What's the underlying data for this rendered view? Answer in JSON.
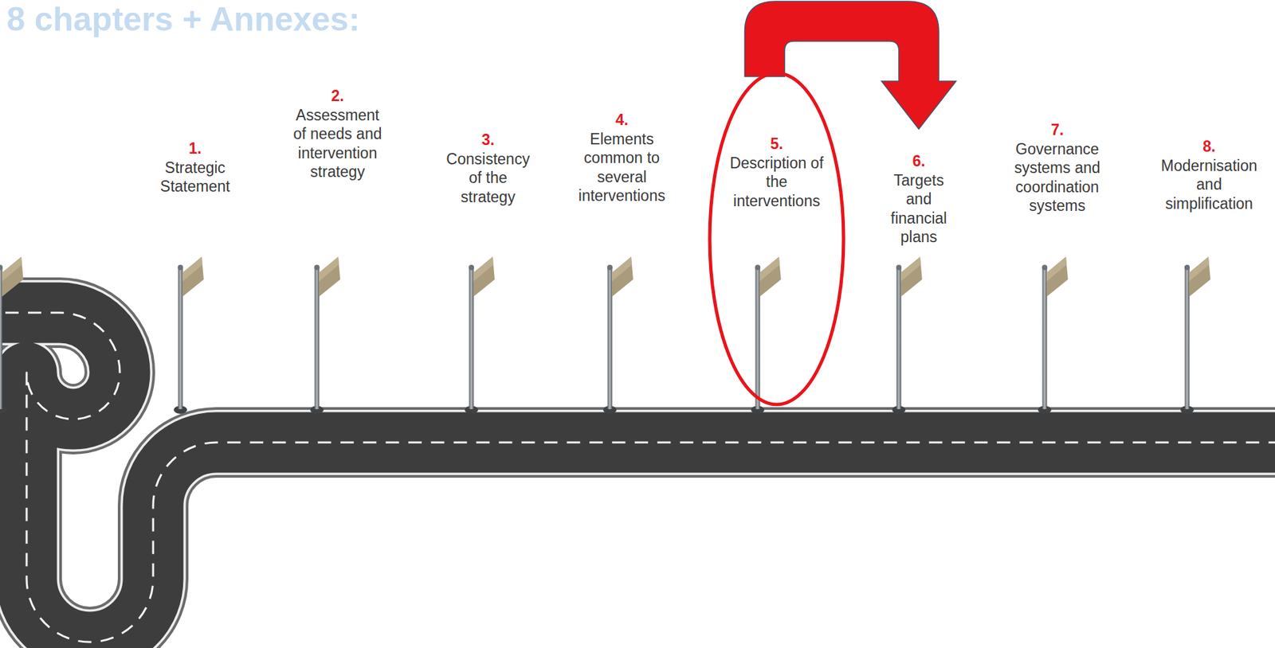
{
  "diagram": {
    "title": "8 chapters + Annexes:",
    "nodes": [
      {
        "text": [
          "1.",
          "Strategic Statement"
        ]
      },
      {
        "text": [
          "2.",
          "Assessment of needs and intervention strategy"
        ]
      },
      {
        "text": [
          "3.",
          "Consistency of the strategy"
        ]
      },
      {
        "text": [
          "4.",
          "Elements common to several interventions"
        ]
      },
      {
        "text": [
          "5.",
          "Description of the interventions"
        ]
      },
      {
        "text": [
          "6.",
          "Targets and financial plans"
        ]
      },
      {
        "text": [
          "7.",
          "Governance systems and coordination systems"
        ]
      },
      {
        "text": [
          "8.",
          "Modernisation and simplification"
        ]
      }
    ],
    "edges": [
      {
        "from": 4,
        "to": 5,
        "arrow": "to"
      }
    ]
  }
}
